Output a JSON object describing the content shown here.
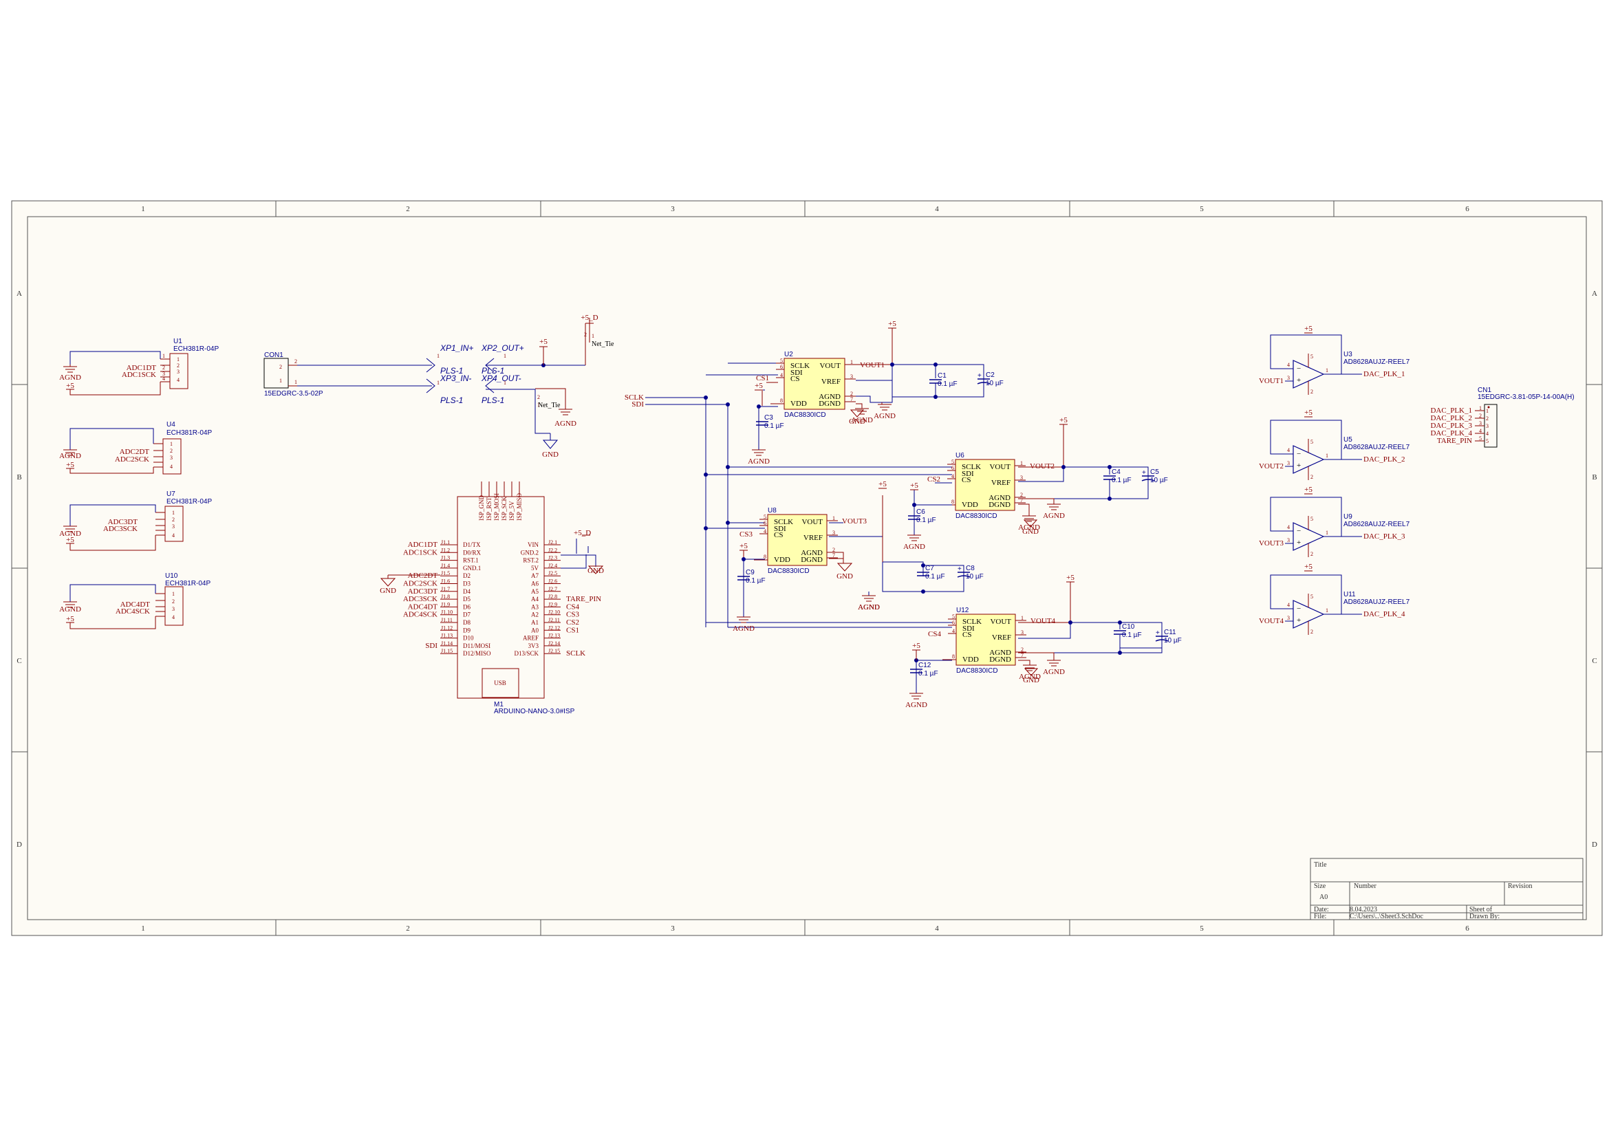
{
  "frame": {
    "columns": [
      "1",
      "2",
      "3",
      "4",
      "5",
      "6"
    ],
    "rows": [
      "A",
      "B",
      "C",
      "D"
    ]
  },
  "title_block": {
    "title_label": "Title",
    "size_label": "Size",
    "size_value": "A0",
    "number_label": "Number",
    "revision_label": "Revision",
    "date_label": "Date:",
    "date_value": "8.04.2023",
    "file_label": "File:",
    "file_value": "C:\\Users\\..\\Sheet3.SchDoc",
    "sheet_label": "Sheet  of",
    "drawn_label": "Drawn By:"
  },
  "connectors": [
    {
      "ref": "U1",
      "part": "ECH381R-04P",
      "sig1": "ADC1DT",
      "sig2": "ADC1SCK",
      "gnd": "AGND",
      "pwr": "+5"
    },
    {
      "ref": "U4",
      "part": "ECH381R-04P",
      "sig1": "ADC2DT",
      "sig2": "ADC2SCK",
      "gnd": "AGND",
      "pwr": "+5"
    },
    {
      "ref": "U7",
      "part": "ECH381R-04P",
      "sig1": "ADC3DT",
      "sig2": "ADC3SCK",
      "gnd": "AGND",
      "pwr": "+5"
    },
    {
      "ref": "U10",
      "part": "ECH381R-04P",
      "sig1": "ADC4DT",
      "sig2": "ADC4SCK",
      "gnd": "AGND",
      "pwr": "+5"
    }
  ],
  "con1": {
    "ref": "CON1",
    "part": "15EDGRC-3.5-02P",
    "pin2": "2",
    "pin1": "1"
  },
  "plugs": [
    {
      "name": "XP1_IN+",
      "type": "PLS-1"
    },
    {
      "name": "XP3_IN-",
      "type": "PLS-1"
    },
    {
      "name": "XP2_OUT+",
      "type": "PLS-1"
    },
    {
      "name": "XP4_OUT-",
      "type": "PLS-1"
    }
  ],
  "net_ties": [
    "Net_Tie",
    "Net_Tie"
  ],
  "power": {
    "p5": "+5",
    "p5d": "+5_D",
    "agnd": "AGND",
    "gnd": "GND"
  },
  "arduino": {
    "ref": "M1",
    "part": "ARDUINO-NANO-3.0#ISP",
    "usb": "USB",
    "top_pins": [
      "ISP_GND",
      "ISP_RST",
      "ISP_MOSI",
      "ISP_SCK",
      "ISP_5V",
      "ISP_MISO"
    ],
    "left_names": [
      "D1/TX",
      "D0/RX",
      "RST.1",
      "GND.1",
      "D2",
      "D3",
      "D4",
      "D5",
      "D6",
      "D7",
      "D8",
      "D9",
      "D10",
      "D11/MOSI",
      "D12/MISO"
    ],
    "left_pins": [
      "J1.1",
      "J1.2",
      "J1.3",
      "J1.4",
      "J1.5",
      "J1.6",
      "J1.7",
      "J1.8",
      "J1.9",
      "J1.10",
      "J1.11",
      "J1.12",
      "J1.13",
      "J1.14",
      "J1.15"
    ],
    "left_nets": [
      "ADC1DT",
      "ADC1SCK",
      "",
      "",
      "ADC2DT",
      "ADC2SCK",
      "ADC3DT",
      "ADC3SCK",
      "ADC4DT",
      "ADC4SCK",
      "",
      "",
      "",
      "SDI",
      ""
    ],
    "right_names": [
      "VIN",
      "GND.2",
      "RST.2",
      "5V",
      "A7",
      "A6",
      "A5",
      "A4",
      "A3",
      "A2",
      "A1",
      "A0",
      "AREF",
      "3V3",
      "D13/SCK"
    ],
    "right_pins": [
      "J2.1",
      "J2.2",
      "J2.3",
      "J2.4",
      "J2.5",
      "J2.6",
      "J2.7",
      "J2.8",
      "J2.9",
      "J2.10",
      "J2.11",
      "J2.12",
      "J2.13",
      "J2.14",
      "J2.15"
    ],
    "right_nets": [
      "",
      "",
      "",
      "",
      "",
      "",
      "",
      "TARE_PIN",
      "CS4",
      "CS3",
      "CS2",
      "CS1",
      "",
      "",
      "SCLK"
    ]
  },
  "bus": {
    "sclk": "SCLK",
    "sdi": "SDI"
  },
  "dacs": [
    {
      "ref": "U2",
      "part": "DAC8830ICD",
      "cs": "CS1",
      "out": "VOUT1"
    },
    {
      "ref": "U6",
      "part": "DAC8830ICD",
      "cs": "CS2",
      "out": "VOUT2"
    },
    {
      "ref": "U8",
      "part": "DAC8830ICD",
      "cs": "CS3",
      "out": "VOUT3"
    },
    {
      "ref": "U12",
      "part": "DAC8830ICD",
      "cs": "CS4",
      "out": "VOUT4"
    }
  ],
  "dac_pins": {
    "sclk": "SCLK",
    "sdi": "SDI",
    "cs": "CS",
    "vdd": "VDD",
    "vout": "VOUT",
    "vref": "VREF",
    "agnd": "AGND",
    "dgnd": "DGND"
  },
  "caps": [
    {
      "ref": "C1",
      "val": "0.1 µF"
    },
    {
      "ref": "C2",
      "val": "10 µF"
    },
    {
      "ref": "C3",
      "val": "0.1 µF"
    },
    {
      "ref": "C4",
      "val": "0.1 µF"
    },
    {
      "ref": "C5",
      "val": "10 µF"
    },
    {
      "ref": "C6",
      "val": "0.1 µF"
    },
    {
      "ref": "C7",
      "val": "0.1 µF"
    },
    {
      "ref": "C8",
      "val": "10 µF"
    },
    {
      "ref": "C9",
      "val": "0.1 µF"
    },
    {
      "ref": "C10",
      "val": "0.1 µF"
    },
    {
      "ref": "C11",
      "val": "10 µF"
    },
    {
      "ref": "C12",
      "val": "0.1 µF"
    }
  ],
  "opamps": [
    {
      "ref": "U3",
      "part": "AD8628AUJZ-REEL7",
      "in": "VOUT1",
      "out": "DAC_PLK_1"
    },
    {
      "ref": "U5",
      "part": "AD8628AUJZ-REEL7",
      "in": "VOUT2",
      "out": "DAC_PLK_2"
    },
    {
      "ref": "U9",
      "part": "AD8628AUJZ-REEL7",
      "in": "VOUT3",
      "out": "DAC_PLK_3"
    },
    {
      "ref": "U11",
      "part": "AD8628AUJZ-REEL7",
      "in": "VOUT4",
      "out": "DAC_PLK_4"
    }
  ],
  "cn1": {
    "ref": "CN1",
    "part": "15EDGRC-3.81-05P-14-00A(H)",
    "nets": [
      "DAC_PLK_1",
      "DAC_PLK_2",
      "DAC_PLK_3",
      "DAC_PLK_4",
      "TARE_PIN"
    ],
    "pins": [
      "1",
      "2",
      "3",
      "4",
      "5"
    ]
  },
  "colors": {
    "wire": "#00008b",
    "part": "#8b0000",
    "body": "#ffffb0",
    "paper": "#fdfbf5"
  }
}
